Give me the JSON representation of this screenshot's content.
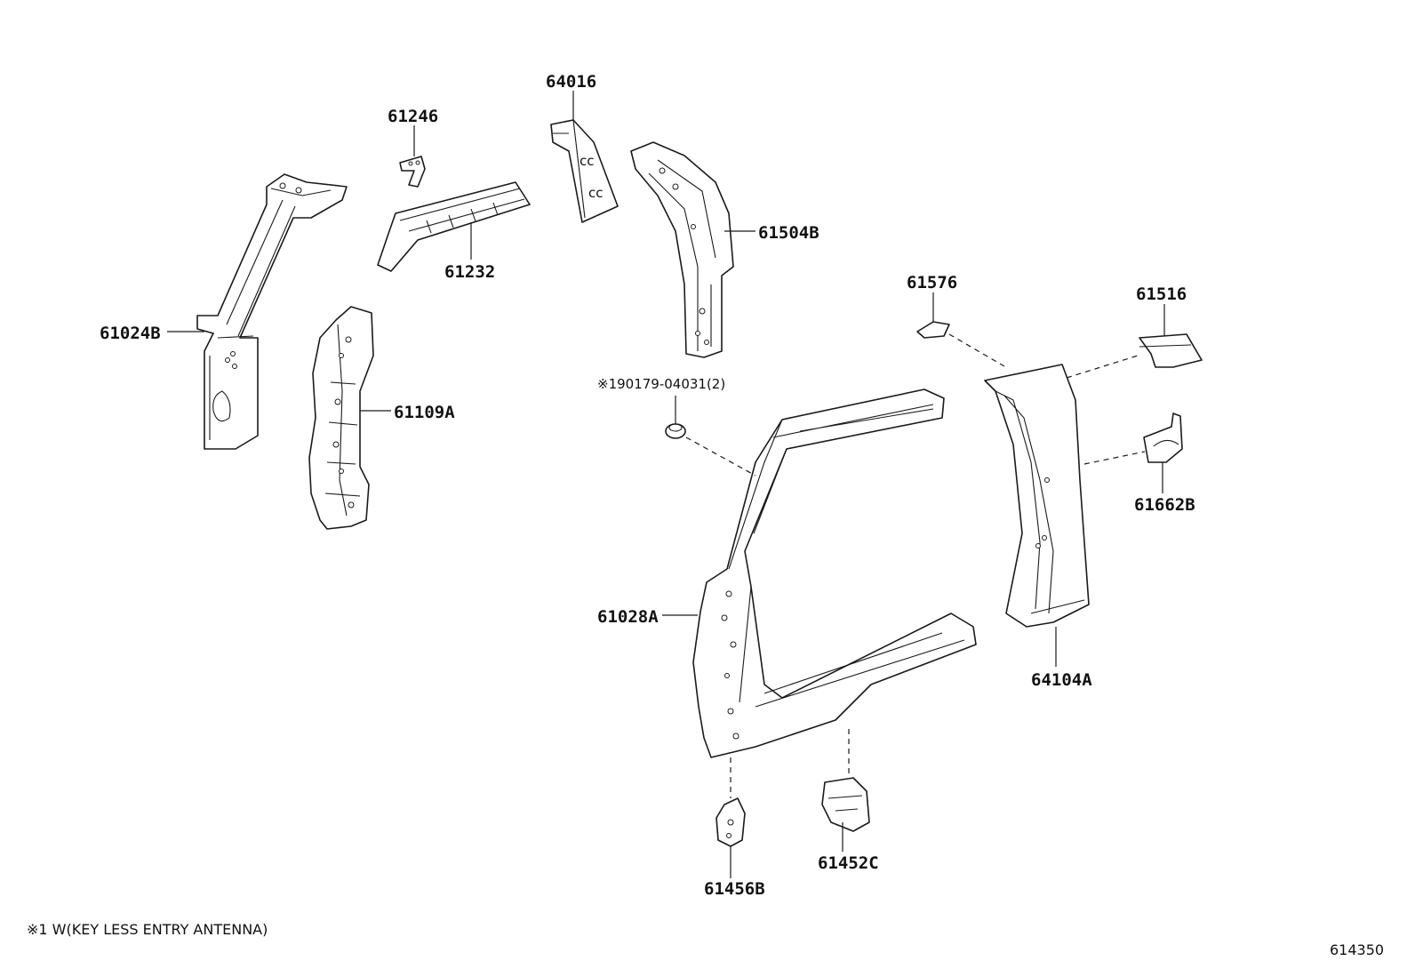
{
  "labels": {
    "p64016": "64016",
    "p61246": "61246",
    "p61232": "61232",
    "p61504B": "61504B",
    "p61024B": "61024B",
    "p61109A": "61109A",
    "p61576": "61576",
    "p61516": "61516",
    "p90179": "※190179-04031(2)",
    "p61662B": "61662B",
    "p61028A": "61028A",
    "p64104A": "64104A",
    "p61452C": "61452C",
    "p61456B": "61456B"
  },
  "footnote": "※1 W(KEY LESS ENTRY ANTENNA)",
  "diagram_code": "614350"
}
